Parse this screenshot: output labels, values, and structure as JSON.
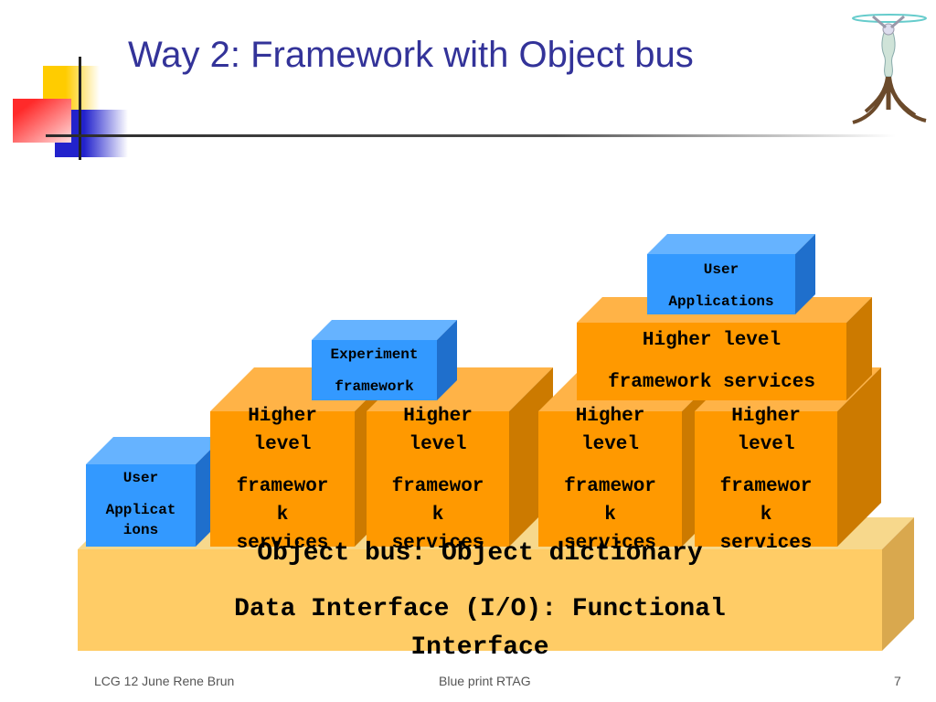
{
  "slide": {
    "title": "Way 2: Framework with Object bus",
    "footer_left": "LCG 12 June  Rene Brun",
    "footer_center": "Blue print RTAG",
    "page_number": "7"
  },
  "colors": {
    "title": "#333399",
    "bus_face": "#ffcc66",
    "bus_top": "#f7d88c",
    "bus_side": "#d9a84e",
    "orange_face": "#ff9900",
    "orange_top": "#ffb347",
    "orange_side": "#cc7a00",
    "blue_face": "#3399ff",
    "blue_top": "#66b3ff",
    "blue_side": "#1f6fcc"
  },
  "diagram": {
    "bus": {
      "line1": "Object bus: Object dictionary",
      "line2": "Data Interface (I/O): Functional",
      "line3": "Interface"
    },
    "service_boxes": [
      {
        "line1": "Higher",
        "line2": "level",
        "line3": "framewor",
        "line4": "k",
        "line5": "services"
      },
      {
        "line1": "Higher",
        "line2": "level",
        "line3": "framewor",
        "line4": "k",
        "line5": "services"
      },
      {
        "line1": "Higher",
        "line2": "level",
        "line3": "framewor",
        "line4": "k",
        "line5": "services"
      },
      {
        "line1": "Higher",
        "line2": "level",
        "line3": "framewor",
        "line4": "k",
        "line5": "services"
      }
    ],
    "upper_services": {
      "line1": "Higher level",
      "line2": "framework services"
    },
    "user_apps_left": {
      "line1": "User",
      "line2": "Applicat",
      "line3": "ions"
    },
    "experiment": {
      "line1": "Experiment",
      "line2": "framework"
    },
    "user_apps_top": {
      "line1": "User",
      "line2": "Applications"
    }
  }
}
